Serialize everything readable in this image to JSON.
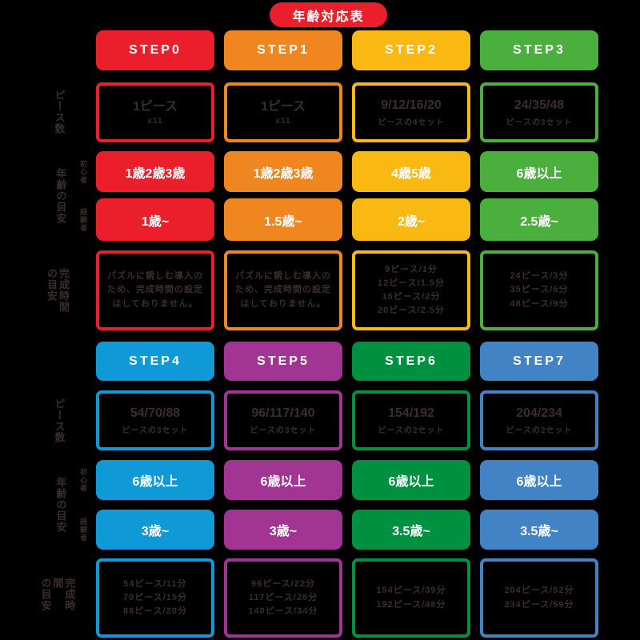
{
  "title": "年齢対応表",
  "theme": {
    "background": "#000000",
    "title_red": "#ea1f2b",
    "dark_text": "#3b2e2a",
    "light_text": "#ffffff"
  },
  "row_labels": {
    "pieces": "ピース数",
    "age": "年齢の目安",
    "age_beginner": "初心者",
    "age_experienced": "経験者",
    "time": "完成時間\nの目安"
  },
  "steps": [
    {
      "label": "STEP0",
      "color": "#ea1f2b",
      "pieces_main": "1ピース",
      "pieces_sub": "x11",
      "age_beginner": "1歳2歳3歳",
      "age_experienced": "1歳~",
      "time": "パズルに親しむ導入の\nため、完成時間の設定\nはしておりません。"
    },
    {
      "label": "STEP1",
      "color": "#f0861f",
      "pieces_main": "1ピース",
      "pieces_sub": "x11",
      "age_beginner": "1歳2歳3歳",
      "age_experienced": "1.5歳~",
      "time": "パズルに親しむ導入の\nため、完成時間の設定\nはしておりません。"
    },
    {
      "label": "STEP2",
      "color": "#f9b812",
      "pieces_main": "9/12/16/20",
      "pieces_sub": "ピースの4セット",
      "age_beginner": "4歳5歳",
      "age_experienced": "2歳~",
      "time": "9ピース/1分\n12ピース/1.5分\n16ピース/2分\n20ピース/2.5分"
    },
    {
      "label": "STEP3",
      "color": "#4aaf3c",
      "pieces_main": "24/35/48",
      "pieces_sub": "ピースの3セット",
      "age_beginner": "6歳以上",
      "age_experienced": "2.5歳~",
      "time": "24ピース/3分\n35ピース/6分\n48ピース/9分"
    },
    {
      "label": "STEP4",
      "color": "#0f9ad7",
      "pieces_main": "54/70/88",
      "pieces_sub": "ピースの3セット",
      "age_beginner": "6歳以上",
      "age_experienced": "3歳~",
      "time": "54ピース/11分\n70ピース/15分\n88ピース/20分"
    },
    {
      "label": "STEP5",
      "color": "#a23493",
      "pieces_main": "96/117/140",
      "pieces_sub": "ピースの3セット",
      "age_beginner": "6歳以上",
      "age_experienced": "3歳~",
      "time": "96ピース/22分\n117ピース/28分\n140ピース/34分"
    },
    {
      "label": "STEP6",
      "color": "#009140",
      "pieces_main": "154/192",
      "pieces_sub": "ピースの2セット",
      "age_beginner": "6歳以上",
      "age_experienced": "3.5歳~",
      "time": "154ピース/39分\n192ピース/48分"
    },
    {
      "label": "STEP7",
      "color": "#4183c4",
      "pieces_main": "204/234",
      "pieces_sub": "ピースの2セット",
      "age_beginner": "6歳以上",
      "age_experienced": "3.5歳~",
      "time": "204ピース/52分\n234ピース/59分"
    }
  ],
  "chart_data": {
    "type": "table",
    "title": "年齢対応表",
    "columns": [
      "STEP0",
      "STEP1",
      "STEP2",
      "STEP3",
      "STEP4",
      "STEP5",
      "STEP6",
      "STEP7"
    ],
    "row_headers": [
      "ピース数",
      "年齢の目安（初心者）",
      "年齢の目安（経験者）",
      "完成時間の目安"
    ],
    "rows": {
      "ピース数": [
        "1ピース x11",
        "1ピース x11",
        "9/12/16/20 ピースの4セット",
        "24/35/48 ピースの3セット",
        "54/70/88 ピースの3セット",
        "96/117/140 ピースの3セット",
        "154/192 ピースの2セット",
        "204/234 ピースの2セット"
      ],
      "年齢の目安（初心者）": [
        "1歳2歳3歳",
        "1歳2歳3歳",
        "4歳5歳",
        "6歳以上",
        "6歳以上",
        "6歳以上",
        "6歳以上",
        "6歳以上"
      ],
      "年齢の目安（経験者）": [
        "1歳~",
        "1.5歳~",
        "2歳~",
        "2.5歳~",
        "3歳~",
        "3歳~",
        "3.5歳~",
        "3.5歳~"
      ],
      "完成時間の目安": [
        "パズルに親しむ導入のため、完成時間の設定はしておりません。",
        "パズルに親しむ導入のため、完成時間の設定はしておりません。",
        "9ピース/1分 12ピース/1.5分 16ピース/2分 20ピース/2.5分",
        "24ピース/3分 35ピース/6分 48ピース/9分",
        "54ピース/11分 70ピース/15分 88ピース/20分",
        "96ピース/22分 117ピース/28分 140ピース/34分",
        "154ピース/39分 192ピース/48分",
        "204ピース/52分 234ピース/59分"
      ]
    },
    "colors": [
      "#ea1f2b",
      "#f0861f",
      "#f9b812",
      "#4aaf3c",
      "#0f9ad7",
      "#a23493",
      "#009140",
      "#4183c4"
    ]
  }
}
